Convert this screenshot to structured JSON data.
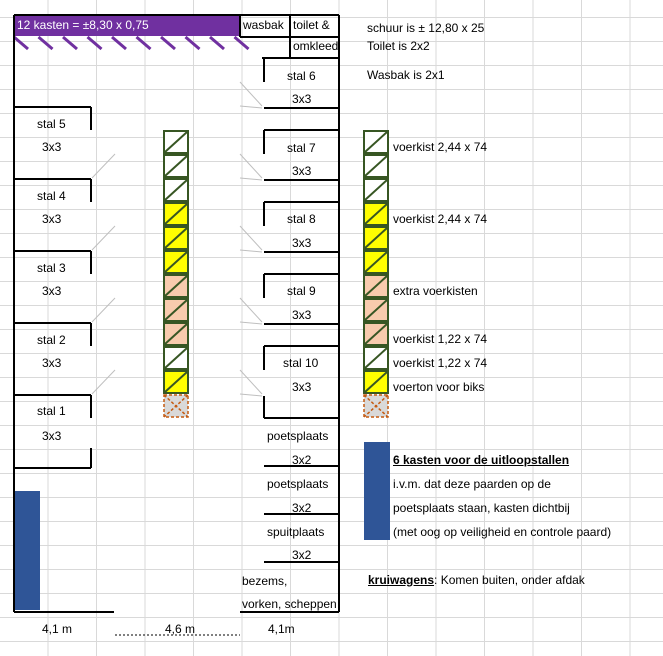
{
  "header": {
    "kasten": "12 kasten = ±8,30 x 0,75",
    "wasbak": "wasbak",
    "toilet": "toilet &",
    "omkleed": "omkleed"
  },
  "notes": {
    "schuur": "schuur is ± 12,80 x 25",
    "toilet": "Toilet is 2x2",
    "wasbak": "Wasbak is 2x1"
  },
  "stalls": [
    {
      "name": "stal 5",
      "size": "3x3"
    },
    {
      "name": "stal 4",
      "size": "3x3"
    },
    {
      "name": "stal 3",
      "size": "3x3"
    },
    {
      "name": "stal 2",
      "size": "3x3"
    },
    {
      "name": "stal 1",
      "size": "3x3"
    },
    {
      "name": "stal 6",
      "size": "3x3"
    },
    {
      "name": "stal 7",
      "size": "3x3"
    },
    {
      "name": "stal 8",
      "size": "3x3"
    },
    {
      "name": "stal 9",
      "size": "3x3"
    },
    {
      "name": "stal 10",
      "size": "3x3"
    }
  ],
  "areas": [
    {
      "name": "poetsplaats",
      "size": "3x2"
    },
    {
      "name": "poetsplaats",
      "size": "3x2"
    },
    {
      "name": "spuitplaats",
      "size": "3x2"
    }
  ],
  "storage": {
    "line1": "bezems,",
    "line2": "vorken, scheppen"
  },
  "legend": {
    "voerkist_green": "voerkist 2,44 x 74",
    "voerkist_yellow": "voerkist 2,44 x 74",
    "extra": "extra voerkisten",
    "voerkist_small1": "voerkist 1,22 x 74",
    "voerkist_small2": "voerkist  1,22 x 74",
    "voerton": "voerton voor biks"
  },
  "kasten_note": {
    "title": "6 kasten voor de uitloopstallen",
    "line1": "i.v.m. dat deze paarden op de",
    "line2": "poetsplaats staan, kasten dichtbij",
    "line3": "(met oog op veiligheid en controle paard)"
  },
  "kruiwagens": {
    "label": "kruiwagens",
    "text": ": Komen buiten, onder afdak"
  },
  "dimensions": [
    "4,1 m",
    "4,6 m",
    "4,1m"
  ],
  "colors": {
    "purple": "#7030a0",
    "blue": "#2f5597",
    "green_outline": "#375623",
    "yellow": "#ffff00",
    "peach": "#f8cbad",
    "grey": "#d9d9d9",
    "orange_dash": "#c55a11"
  },
  "box_columns": [
    {
      "column": "middle",
      "cells": [
        "green",
        "green",
        "green",
        "yellow",
        "yellow",
        "yellow",
        "peach",
        "peach",
        "peach",
        "green",
        "yellow",
        "barrel"
      ]
    },
    {
      "column": "legend",
      "cells": [
        "green",
        "green",
        "green",
        "yellow",
        "yellow",
        "yellow",
        "peach",
        "peach",
        "peach",
        "green",
        "yellow",
        "barrel"
      ]
    }
  ]
}
